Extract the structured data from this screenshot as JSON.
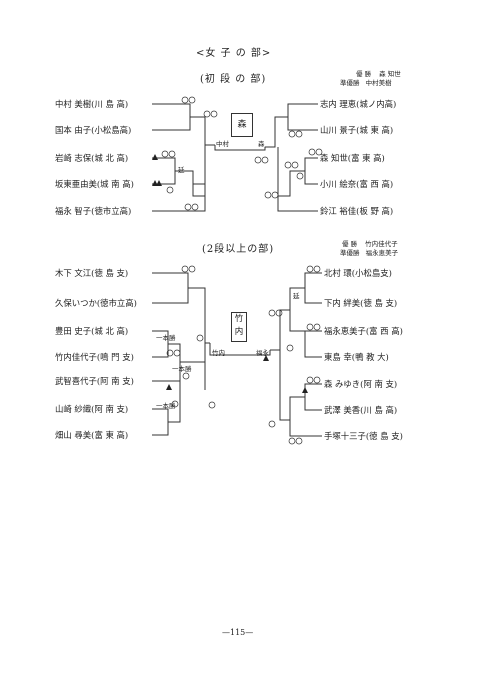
{
  "women": {
    "title": "<女 子 の 部>",
    "subtitle": "(初 段 の 部)",
    "results": [
      {
        "label": "優 勝",
        "value": "森 知世"
      },
      {
        "label": "準優勝",
        "value": "中村美樹"
      }
    ],
    "left": [
      {
        "name": "中村 美樹",
        "team": "(川 島 高)"
      },
      {
        "name": "国本 由子",
        "team": "(小松島高)"
      },
      {
        "name": "岩崎 志保",
        "team": "(城 北 高)"
      },
      {
        "name": "坂東亜由美",
        "team": "(城 南 高)"
      },
      {
        "name": "福永 智子",
        "team": "(徳市立高)"
      }
    ],
    "right": [
      {
        "name": "志内 理恵",
        "team": "(城ノ内高)"
      },
      {
        "name": "山川 景子",
        "team": "(城 東 高)"
      },
      {
        "name": "森 知世",
        "team": "(富 東 高)"
      },
      {
        "name": "小川 絵奈",
        "team": "(富 西 高)"
      },
      {
        "name": "鈴江 裕佳",
        "team": "(板 野 高)"
      }
    ],
    "champion_box": "森",
    "final_left": "中村",
    "final_right": "森",
    "note_en": "延"
  },
  "dan2": {
    "title": "(2段以上の部)",
    "results": [
      {
        "label": "優 勝",
        "value": "竹内佳代子"
      },
      {
        "label": "準優勝",
        "value": "福永恵美子"
      }
    ],
    "left": [
      {
        "name": "木下 文江",
        "team": "(徳 島 支)"
      },
      {
        "name": "久保いつか",
        "team": "(徳市立高)"
      },
      {
        "name": "豊田 史子",
        "team": "(城 北 高)"
      },
      {
        "name": "竹内佳代子",
        "team": "(鳴 門 支)"
      },
      {
        "name": "武智喜代子",
        "team": "(阿 南 支)"
      },
      {
        "name": "山崎 紗織",
        "team": "(阿 南 支)"
      },
      {
        "name": "畑山 尋美",
        "team": "(富 東 高)"
      }
    ],
    "right": [
      {
        "name": "北村 環",
        "team": "(小松島支)"
      },
      {
        "name": "下内 絆美",
        "team": "(徳 島 支)"
      },
      {
        "name": "福永恵美子",
        "team": "(富 西 高)"
      },
      {
        "name": "東島 幸",
        "team": "(鴨 教 大)"
      },
      {
        "name": "森 みゆき",
        "team": "(阿 南 支)"
      },
      {
        "name": "武澤 美香",
        "team": "(川 島 高)"
      },
      {
        "name": "手塚十三子",
        "team": "(徳 島 支)"
      }
    ],
    "champion_box": "竹内",
    "final_left": "竹内",
    "final_right": "福永",
    "ippon_label": "一本勝",
    "note_en": "延"
  },
  "page_number": "—115—"
}
